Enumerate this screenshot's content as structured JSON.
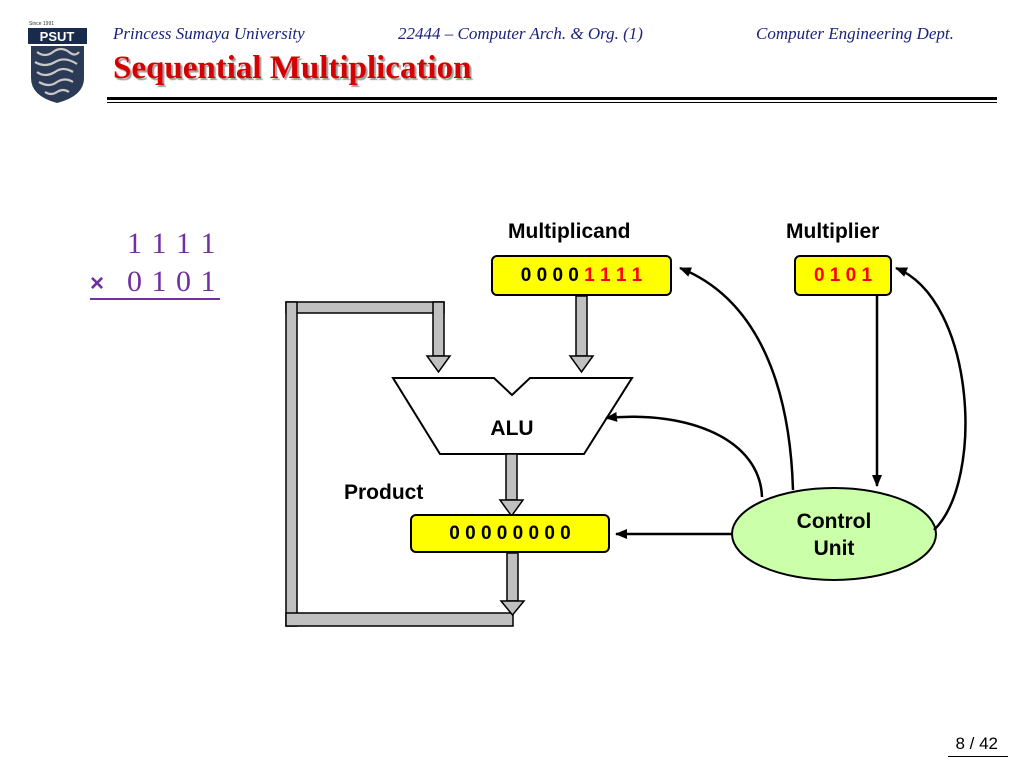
{
  "header": {
    "university": "Princess Sumaya University",
    "course": "22444 – Computer Arch. & Org. (1)",
    "department": "Computer Engineering Dept."
  },
  "logo": {
    "since": "Since 1991",
    "abbr": "PSUT"
  },
  "title": "Sequential Multiplication",
  "example": {
    "multiplicand": "1 1 1 1",
    "operator": "×",
    "multiplier": "0 1 0 1"
  },
  "diagram": {
    "multiplicand_label": "Multiplicand",
    "multiplicand_zeros": "0 0 0 0 ",
    "multiplicand_value": "1 1 1 1",
    "multiplier_label": "Multiplier",
    "multiplier_value": "0 1 0 1",
    "alu_label": "ALU",
    "product_label": "Product",
    "product_value": "0 0 0 0 0 0 0 0",
    "control_line1": "Control",
    "control_line2": "Unit"
  },
  "colors": {
    "header_text": "#1a237e",
    "title": "#d50000",
    "example": "#7030a0",
    "register_fill": "#ffff00",
    "control_fill": "#ccffaa",
    "bus_gray": "#c0c0c0"
  },
  "footer": {
    "page": "8 / 42"
  }
}
